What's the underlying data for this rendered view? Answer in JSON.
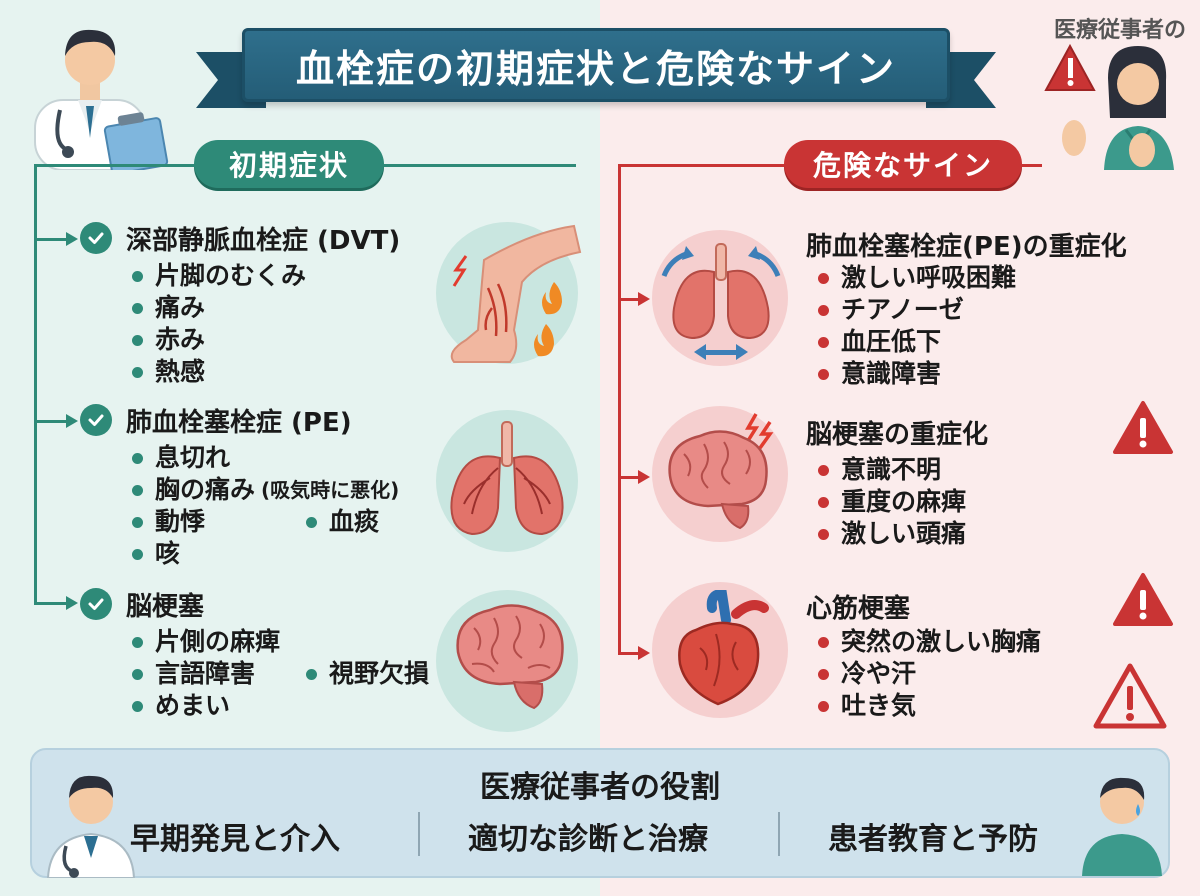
{
  "title": "血栓症の初期症状と危険なサイン",
  "corner_note": "医療従事者の",
  "left": {
    "label": "初期症状",
    "sections": [
      {
        "heading": "深部静脈血栓症 (DVT)",
        "items": [
          "片脚のむくみ",
          "痛み",
          "赤み",
          "熱感"
        ]
      },
      {
        "heading": "肺血栓塞栓症 (PE)",
        "items": [
          "息切れ",
          "胸の痛み",
          "動悸",
          "血痰",
          "咳"
        ],
        "note": "(吸気時に悪化)"
      },
      {
        "heading": "脳梗塞",
        "items": [
          "片側の麻痺",
          "言語障害",
          "視野欠損",
          "めまい"
        ]
      }
    ]
  },
  "right": {
    "label": "危険なサイン",
    "sections": [
      {
        "heading": "肺血栓塞栓症(PE)の重症化",
        "items": [
          "激しい呼吸困難",
          "チアノーゼ",
          "血圧低下",
          "意識障害"
        ]
      },
      {
        "heading": "脳梗塞の重症化",
        "items": [
          "意識不明",
          "重度の麻痺",
          "激しい頭痛"
        ]
      },
      {
        "heading": "心筋梗塞",
        "items": [
          "突然の激しい胸痛",
          "冷や汗",
          "吐き気"
        ]
      }
    ]
  },
  "bottom": {
    "title": "医療従事者の役割",
    "roles": [
      "早期発見と介入",
      "適切な診断と治療",
      "患者教育と予防"
    ]
  },
  "colors": {
    "green": "#2e8a78",
    "red": "#c93434",
    "banner": "#2f6f8c"
  }
}
